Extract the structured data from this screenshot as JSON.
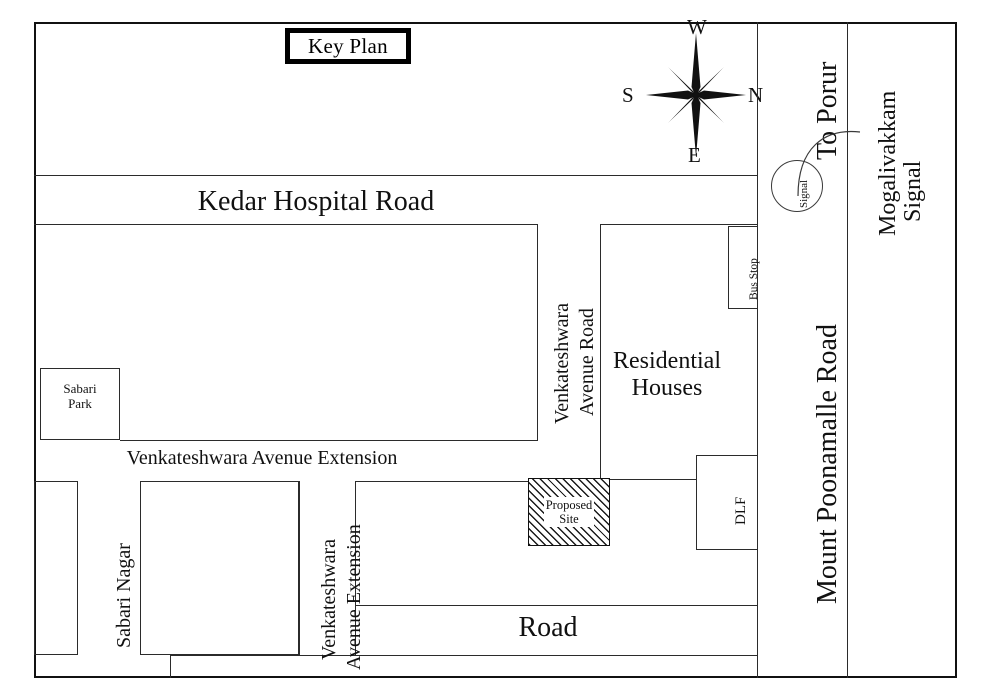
{
  "map": {
    "title": "Key Plan",
    "roads": {
      "kedar_hospital_road": "Kedar  Hospital Road",
      "venkateshwara_avenue_extension_horizontal": "Venkateshwara Avenue Extension",
      "venkateshwara_avenue_road_line1": "Venkateshwara",
      "venkateshwara_avenue_road_line2": "Avenue Road",
      "venkateshwara_avenue_extension_line1": "Venkateshwara",
      "venkateshwara_avenue_extension_line2": "Avenue Extension",
      "mount_poonamalle_road": "Mount Poonamalle Road",
      "bottom_road": "Road",
      "to_porur": "To Porur"
    },
    "places": {
      "sabari_park_line1": "Sabari",
      "sabari_park_line2": "Park",
      "sabari_nagar": "Sabari Nagar",
      "residential_houses_line1": "Residential",
      "residential_houses_line2": "Houses",
      "bus_stop": "Bus Stop",
      "dlf": "DLF",
      "proposed_site_line1": "Proposed",
      "proposed_site_line2": "Site",
      "mogalivakkam_signal_line1": "Mogalivakkam",
      "mogalivakkam_signal_line2": "Signal",
      "signal": "Signal"
    },
    "compass": {
      "top": "W",
      "left": "S",
      "right": "N",
      "bottom": "E"
    },
    "colors": {
      "ink": "#111111",
      "line": "#2b2b2b",
      "background": "#ffffff"
    }
  }
}
